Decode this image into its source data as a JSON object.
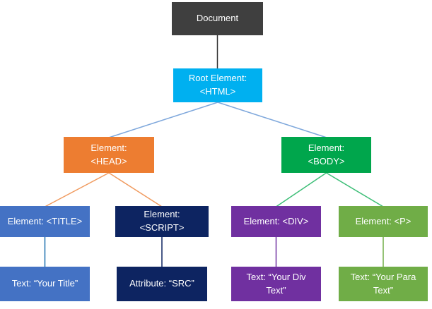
{
  "diagram": {
    "background": "#FFFFFF",
    "nodes": {
      "document": {
        "label": "Document",
        "color": "#3F3F3F"
      },
      "root_html": {
        "line1": "Root Element:",
        "line2": "<HTML>",
        "color": "#00B0F0"
      },
      "head": {
        "line1": "Element:",
        "line2": "<HEAD>",
        "color": "#ED7D31"
      },
      "body": {
        "line1": "Element:",
        "line2": "<BODY>",
        "color": "#00A64C"
      },
      "title": {
        "label": "Element: <TITLE>",
        "color": "#4472C4"
      },
      "script": {
        "line1": "Element:",
        "line2": "<SCRIPT>",
        "color": "#0D2461"
      },
      "div": {
        "label": "Element: <DIV>",
        "color": "#7030A0"
      },
      "p": {
        "label": "Element: <P>",
        "color": "#70AD47"
      },
      "text_title": {
        "label": "Text: “Your Title”",
        "color": "#4472C4"
      },
      "attr_src": {
        "label": "Attribute: “SRC”",
        "color": "#0D2461"
      },
      "text_div": {
        "line1": "Text: “Your Div",
        "line2": "Text”",
        "color": "#7030A0"
      },
      "text_para": {
        "line1": "Text: “Your Para",
        "line2": "Text”",
        "color": "#70AD47"
      }
    },
    "connectors": {
      "doc_to_html": "#333333",
      "html_branches": "#7FA8DC",
      "head_branches": "#F09A5E",
      "body_branches": "#3DBE77",
      "title_drop": "#1A6FAE",
      "script_drop": "#0D2461",
      "div_drop": "#7030A0",
      "p_drop": "#70AD47"
    }
  }
}
